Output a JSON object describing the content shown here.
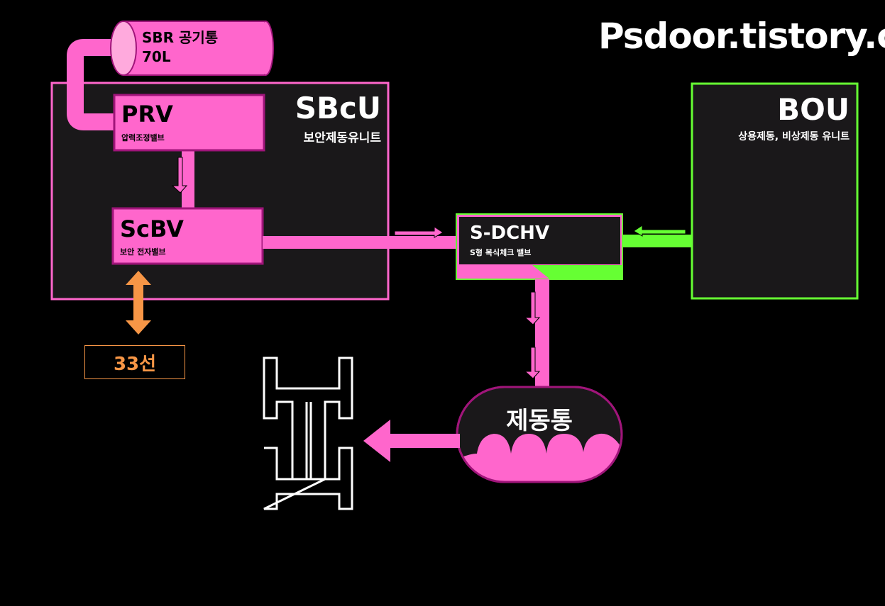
{
  "watermark": "Psdoor.tistory.co",
  "tank": {
    "label_line1": "SBR 공기통",
    "label_line2": "70L"
  },
  "sbcu": {
    "title": "SBcU",
    "subtitle": "보안제동유니트"
  },
  "prv": {
    "title": "PRV",
    "subtitle": "압력조정밸브"
  },
  "scbv": {
    "title": "ScBV",
    "subtitle": "보안 전자밸브"
  },
  "line33": {
    "label": "33선"
  },
  "sdchv": {
    "title": "S-DCHV",
    "subtitle": "S형 복식체크 밸브"
  },
  "bou": {
    "title": "BOU",
    "subtitle": "상용제동, 비상제동 유니트"
  },
  "brake_cylinder": {
    "label": "제동통"
  },
  "colors": {
    "pink": "#ff66cc",
    "dark_pink": "#a0157a",
    "green": "#66ff33",
    "orange": "#f79646",
    "panel": "#1a181a"
  }
}
